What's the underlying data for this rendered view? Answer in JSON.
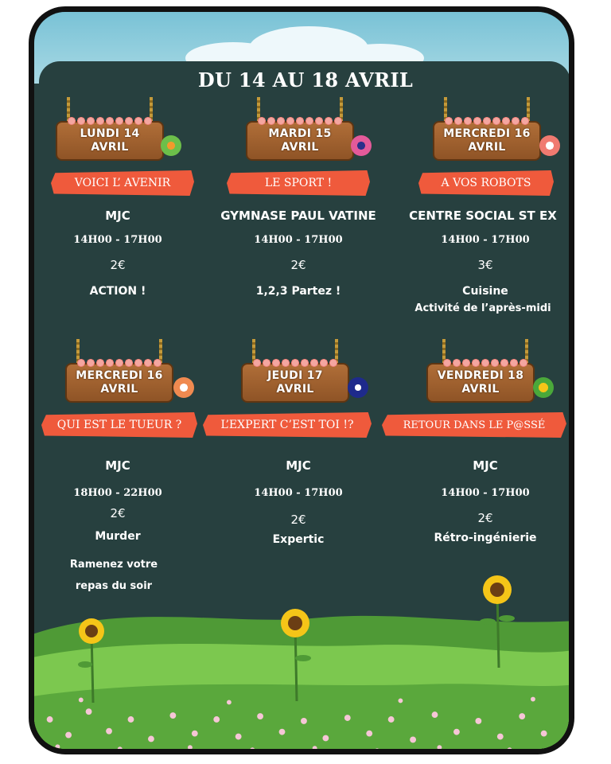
{
  "title": "DU 14 AU 18 AVRIL",
  "colors": {
    "board": "#27403f",
    "banner": "#ef5a3c",
    "wood": "#a5622f",
    "grass": "#6cc04a"
  },
  "events": [
    {
      "day": "LUNDI 14",
      "month": "AVRIL",
      "theme": "VOICI L’ AVENIR",
      "place": "MJC",
      "hours": "14H00 - 17H00",
      "price": "2€",
      "activity": "ACTION !",
      "note": ""
    },
    {
      "day": "MARDI 15",
      "month": "AVRIL",
      "theme": "LE SPORT !",
      "place": "GYMNASE PAUL VATINE",
      "hours": "14H00 - 17H00",
      "price": "2€",
      "activity": "1,2,3 Partez !",
      "note": ""
    },
    {
      "day": "MERCREDI 16",
      "month": "AVRIL",
      "theme": "A VOS ROBOTS",
      "place": "CENTRE SOCIAL ST EX",
      "hours": "14H00 - 17H00",
      "price": "3€",
      "activity": "Cuisine",
      "note": "Activité de l’après-midi"
    },
    {
      "day": "MERCREDI 16",
      "month": "AVRIL",
      "theme": "QUI EST LE TUEUR ?",
      "place": "MJC",
      "hours": "18H00 - 22H00",
      "price": "2€",
      "activity": "Murder",
      "note": "Ramenez votre repas du soir"
    },
    {
      "day": "JEUDI 17",
      "month": "AVRIL",
      "theme": "L’EXPERT C’EST TOI !?",
      "place": "MJC",
      "hours": "14H00 - 17H00",
      "price": "2€",
      "activity": "Expertic",
      "note": ""
    },
    {
      "day": "VENDREDI 18",
      "month": "AVRIL",
      "theme": "RETOUR DANS LE P@SSÉ",
      "place": "MJC",
      "hours": "14H00 - 17H00",
      "price": "2€",
      "activity": "Rétro-ingénierie",
      "note": ""
    }
  ]
}
